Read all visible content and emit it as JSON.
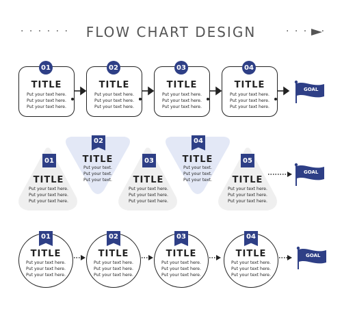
{
  "header": {
    "title": "FLOW CHART DESIGN",
    "left_dots": "· · · · · ·",
    "right_dots": "· · · · ·"
  },
  "goal_label": "GOAL",
  "row1": {
    "steps": [
      {
        "num": "01",
        "title": "TITLE",
        "lines": [
          "Put your text here.",
          "Put your text here.",
          "Put your text here."
        ]
      },
      {
        "num": "02",
        "title": "TITLE",
        "lines": [
          "Put your text here.",
          "Put your text here.",
          "Put your text here."
        ]
      },
      {
        "num": "03",
        "title": "TITLE",
        "lines": [
          "Put your text here.",
          "Put your text here.",
          "Put your text here."
        ]
      },
      {
        "num": "04",
        "title": "TITLE",
        "lines": [
          "Put your text here.",
          "Put your text here.",
          "Put your text here."
        ]
      }
    ]
  },
  "row2": {
    "steps": [
      {
        "num": "01",
        "title": "TITLE",
        "lines": [
          "Put your text here.",
          "Put your text here.",
          "Put your text here."
        ]
      },
      {
        "num": "02",
        "title": "TITLE",
        "lines": [
          "Put your text.",
          "Put your text.",
          "Put your text."
        ]
      },
      {
        "num": "03",
        "title": "TITLE",
        "lines": [
          "Put your text here.",
          "Put your text here.",
          "Put your text here."
        ]
      },
      {
        "num": "04",
        "title": "TITLE",
        "lines": [
          "Put your text.",
          "Put your text.",
          "Put your text."
        ]
      },
      {
        "num": "05",
        "title": "TITLE",
        "lines": [
          "Put your text here.",
          "Put your text here.",
          "Put your text here."
        ]
      }
    ]
  },
  "row3": {
    "steps": [
      {
        "num": "01",
        "title": "TITLE",
        "lines": [
          "Put your text here.",
          "Put your text here.",
          "Put your text here."
        ]
      },
      {
        "num": "02",
        "title": "TITLE",
        "lines": [
          "Put your text here.",
          "Put your text here.",
          "Put your text here."
        ]
      },
      {
        "num": "03",
        "title": "TITLE",
        "lines": [
          "Put your text here.",
          "Put your text here.",
          "Put your text here."
        ]
      },
      {
        "num": "04",
        "title": "TITLE",
        "lines": [
          "Put your text here.",
          "Put your text here.",
          "Put your text here."
        ]
      }
    ]
  },
  "colors": {
    "accent": "#2e3f86",
    "triangle_gray": "#efefef",
    "triangle_blue": "#e3e8f6",
    "line": "#222222"
  }
}
